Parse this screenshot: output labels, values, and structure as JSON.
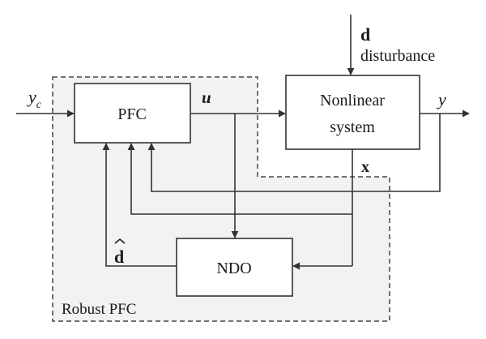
{
  "diagram": {
    "region_label": "Robust PFC",
    "blocks": {
      "pfc": "PFC",
      "system_line1": "Nonlinear",
      "system_line2": "system",
      "ndo": "NDO"
    },
    "signals": {
      "reference": "y",
      "reference_sub": "c",
      "control": "u",
      "output": "y",
      "state": "x",
      "disturbance": "d",
      "disturbance_text": "disturbance",
      "estimate": "d"
    },
    "colors": {
      "line": "#333333",
      "region_fill": "#f2f2f2",
      "region_border": "#444444",
      "box_fill": "#ffffff"
    }
  }
}
